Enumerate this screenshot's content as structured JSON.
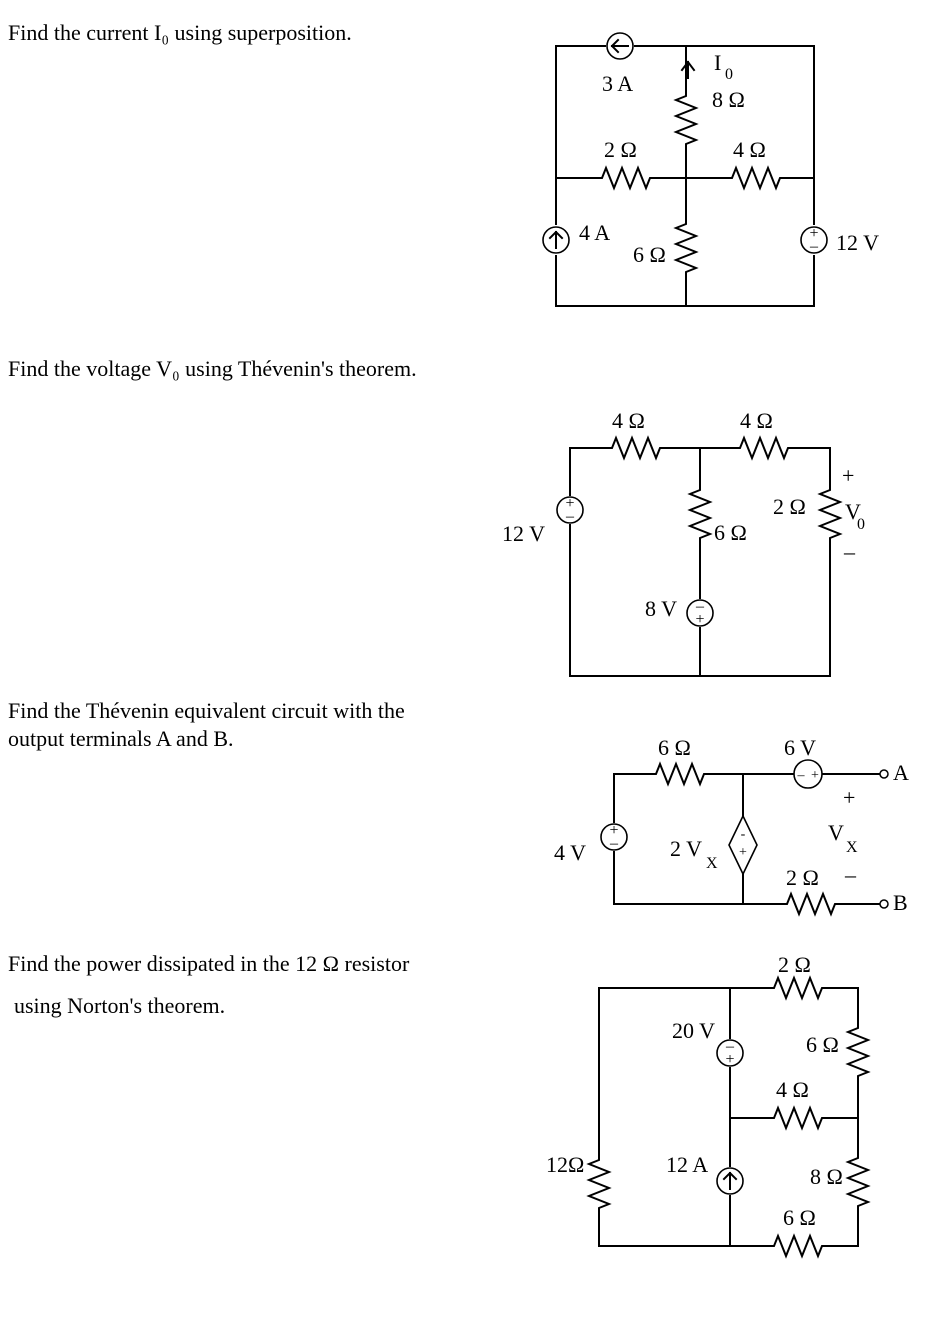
{
  "problems": [
    {
      "prompt": "Find the current I₀ using superposition.",
      "labels": {
        "current_3a": "3 A",
        "i0_main": "I",
        "i0_sub": "0",
        "r_8": "8 Ω",
        "r_2": "2 Ω",
        "r_4": "4 Ω",
        "current_4a": "4 A",
        "r_6": "6 Ω",
        "v_12": "12 V"
      }
    },
    {
      "prompt": "Find the voltage V₀ using Thévenin's theorem.",
      "labels": {
        "r_4_left": "4 Ω",
        "r_4_right": "4 Ω",
        "v_12": "12 V",
        "r_6": "6 Ω",
        "r_2": "2 Ω",
        "v_8": "8 V",
        "plus": "+",
        "minus": "–",
        "v0_main": "V",
        "v0_sub": "0"
      }
    },
    {
      "prompt_line1": "Find the Thévenin equivalent circuit with the",
      "prompt_line2": "output terminals A and B.",
      "labels": {
        "r_6": "6 Ω",
        "v_6": "6 V",
        "terminal_a": "A",
        "v_4": "4 V",
        "dep_main": "2 V",
        "dep_sub": "X",
        "plus": "+",
        "vx_main": "V",
        "vx_sub": "X",
        "r_2": "2 Ω",
        "minus": "–",
        "terminal_b": "B"
      }
    },
    {
      "prompt_line1": "Find the power dissipated in the 12 Ω resistor",
      "prompt_line2": "using Norton's theorem.",
      "labels": {
        "r_2": "2 Ω",
        "v_20": "20 V",
        "r_6_top": "6 Ω",
        "r_4": "4 Ω",
        "r_12": "12Ω",
        "current_12a": "12 A",
        "r_8": "8 Ω",
        "r_6_bottom": "6 Ω"
      }
    }
  ]
}
